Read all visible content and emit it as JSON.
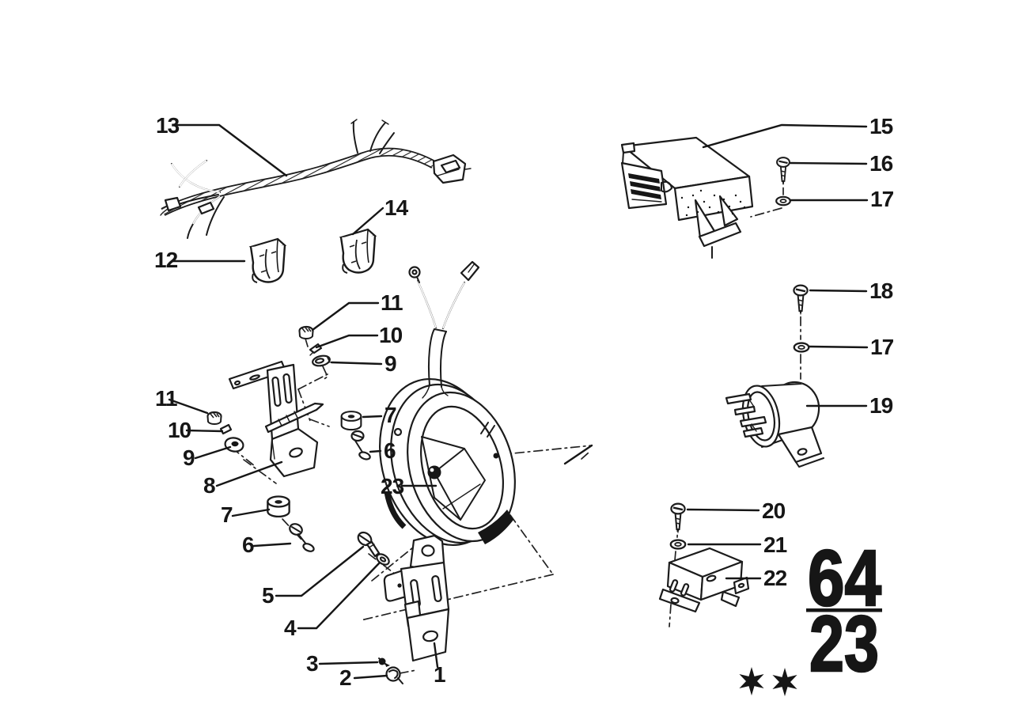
{
  "colors": {
    "background": "#ffffff",
    "ink": "#161616"
  },
  "callouts": [
    {
      "part": "wiring-harness",
      "text": "13"
    },
    {
      "part": "cable-clip-left",
      "text": "12"
    },
    {
      "part": "cable-clip-right",
      "text": "14"
    },
    {
      "part": "nut-upper",
      "text": "11"
    },
    {
      "part": "clip-nut-upper",
      "text": "10"
    },
    {
      "part": "washer-upper",
      "text": "9"
    },
    {
      "part": "grommet-upper",
      "text": "7"
    },
    {
      "part": "screw-upper",
      "text": "6"
    },
    {
      "part": "nut-left",
      "text": "11"
    },
    {
      "part": "clip-nut-left",
      "text": "10"
    },
    {
      "part": "washer-left",
      "text": "9"
    },
    {
      "part": "bracket-upper",
      "text": "8"
    },
    {
      "part": "grommet-lower",
      "text": "7"
    },
    {
      "part": "screw-lower",
      "text": "6"
    },
    {
      "part": "screw-5",
      "text": "5"
    },
    {
      "part": "washer-4",
      "text": "4"
    },
    {
      "part": "screw-3",
      "text": "3"
    },
    {
      "part": "push-nut-2",
      "text": "2"
    },
    {
      "part": "bracket-lower",
      "text": "1"
    },
    {
      "part": "blower-fan",
      "text": "23"
    },
    {
      "part": "control-unit",
      "text": "15"
    },
    {
      "part": "screw-16",
      "text": "16"
    },
    {
      "part": "washer-17-top",
      "text": "17"
    },
    {
      "part": "screw-18",
      "text": "18"
    },
    {
      "part": "washer-17-mid",
      "text": "17"
    },
    {
      "part": "relay-19",
      "text": "19"
    },
    {
      "part": "screw-20",
      "text": "20"
    },
    {
      "part": "washer-21",
      "text": "21"
    },
    {
      "part": "relay-22",
      "text": "22"
    }
  ],
  "page_code": {
    "main_group": "64",
    "sub_group": "23"
  },
  "footnote": {
    "symbol": "six-pointed-star",
    "count": 2
  }
}
